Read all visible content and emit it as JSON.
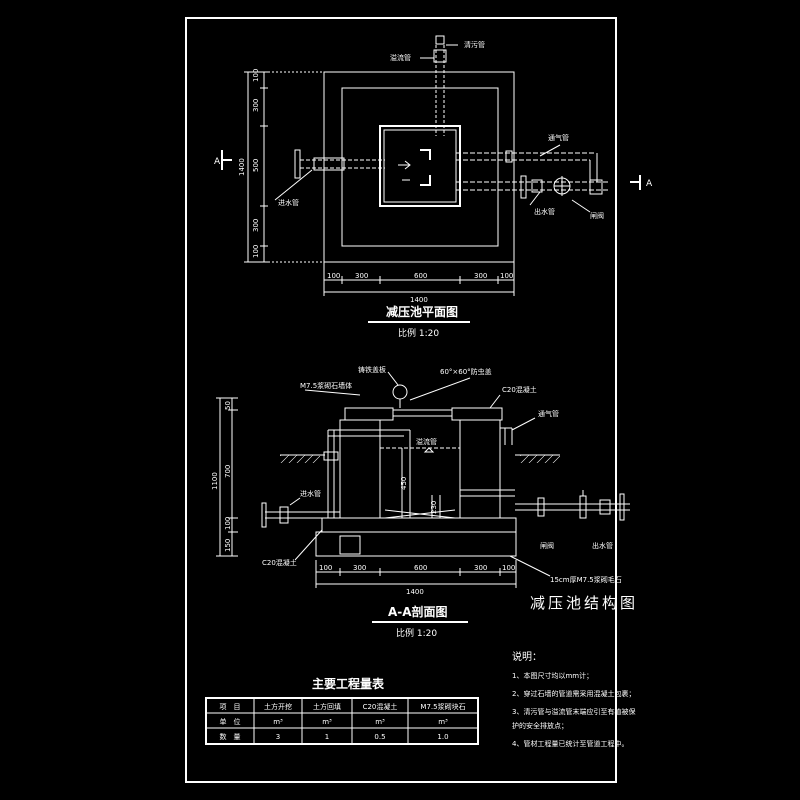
{
  "plan": {
    "title": "减压池平面图",
    "scale": "比例 1:20",
    "labels": {
      "flush_pipe": "清污管",
      "overflow_pipe": "溢流管",
      "vent_pipe": "通气管",
      "inlet_pipe": "进水管",
      "outlet_pipe": "出水管",
      "gate_valve": "闸阀",
      "section_left": "A",
      "section_right": "A"
    },
    "dims_bottom": [
      "100",
      "300",
      "600",
      "300",
      "100"
    ],
    "dims_bottom_total": "1400",
    "dims_left": [
      "100",
      "300",
      "500",
      "300",
      "100"
    ],
    "dims_left_total": "1400"
  },
  "section": {
    "title": "A-A剖面图",
    "scale": "比例 1:20",
    "labels": {
      "cast_iron_cover": "铸铁盖板",
      "masonry_wall": "M7.5浆砌石墙体",
      "cover_plate": "60°×60°防虫盖",
      "c20_concrete_top": "C20混凝土",
      "vent_pipe": "通气管",
      "overflow_pipe": "溢流管",
      "inlet_pipe": "进水管",
      "c20_concrete_base": "C20混凝土",
      "gate_valve": "闸阀",
      "outlet_pipe": "出水管",
      "bedding": "15cm厚M7.5浆砌毛石"
    },
    "dims_bottom": [
      "100",
      "300",
      "600",
      "300",
      "100"
    ],
    "dims_bottom_total": "1400",
    "dims_left": [
      "50",
      "700",
      "100",
      "150"
    ],
    "dims_left_total": "1100",
    "dims_inner": [
      "450",
      "230"
    ]
  },
  "structure_title": "减压池结构图",
  "table": {
    "title": "主要工程量表",
    "headers": [
      "项　目",
      "土方开挖",
      "土方回填",
      "C20混凝土",
      "M7.5浆砌块石"
    ],
    "rows": [
      [
        "单　位",
        "m³",
        "m³",
        "m³",
        "m³"
      ],
      [
        "数　量",
        "3",
        "1",
        "0.5",
        "1.0"
      ]
    ]
  },
  "notes": {
    "heading": "说明：",
    "items": [
      "1、本图尺寸均以mm计；",
      "2、穿过石墙的管道需采用混凝土包裹；",
      "3、清污管与溢流管末端应引至有植被保",
      "   护的安全排放点；",
      "4、管材工程量已统计至管道工程中。"
    ]
  }
}
